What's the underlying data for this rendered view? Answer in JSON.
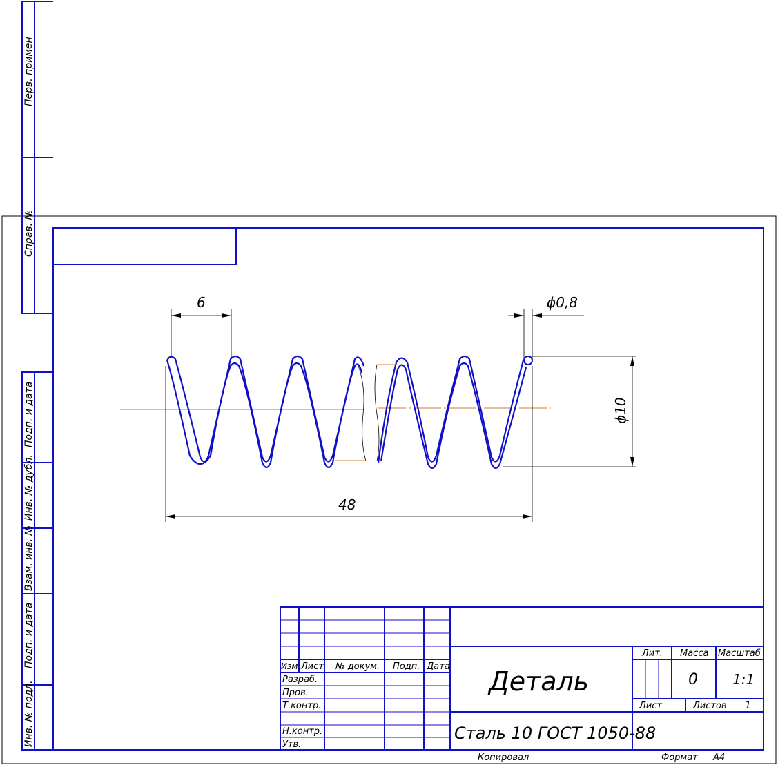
{
  "colors": {
    "frame": "#1010c8",
    "dimension": "#000000",
    "centerline": "#d07a2a"
  },
  "side_labels": {
    "perv_primen": "Перв. примен",
    "sprav_no": "Справ. №",
    "podp_data_1": "Подп. и дата",
    "inv_dubl": "Инв. № дубл.",
    "vzam_inv": "Взам. инв. №",
    "podp_data_2": "Подп. и дата",
    "inv_podl": "Инв. № подл."
  },
  "dimensions": {
    "pitch": "6",
    "wire_diameter": "ϕ0,8",
    "outer_diameter": "ϕ10",
    "length": "48"
  },
  "title_block": {
    "columns": {
      "izm": "Изм.",
      "list": "Лист",
      "no_dokum": "№ докум.",
      "podp": "Подп.",
      "data": "Дата"
    },
    "roles": {
      "razrab": "Разраб.",
      "prov": "Пров.",
      "t_kontr": "Т.контр.",
      "n_kontr": "Н.контр.",
      "utv": "Утв."
    },
    "part_name": "Деталь",
    "material": "Сталь 10  ГОСТ 1050-88",
    "lit_label": "Лит.",
    "massa_label": "Масса",
    "masshtab_label": "Масштаб",
    "massa_value": "0",
    "masshtab_value": "1:1",
    "list_label": "Лист",
    "listov_label": "Листов",
    "listov_value": "1"
  },
  "footer": {
    "kopiroval": "Копировал",
    "format_label": "Формат",
    "format_value": "A4"
  }
}
